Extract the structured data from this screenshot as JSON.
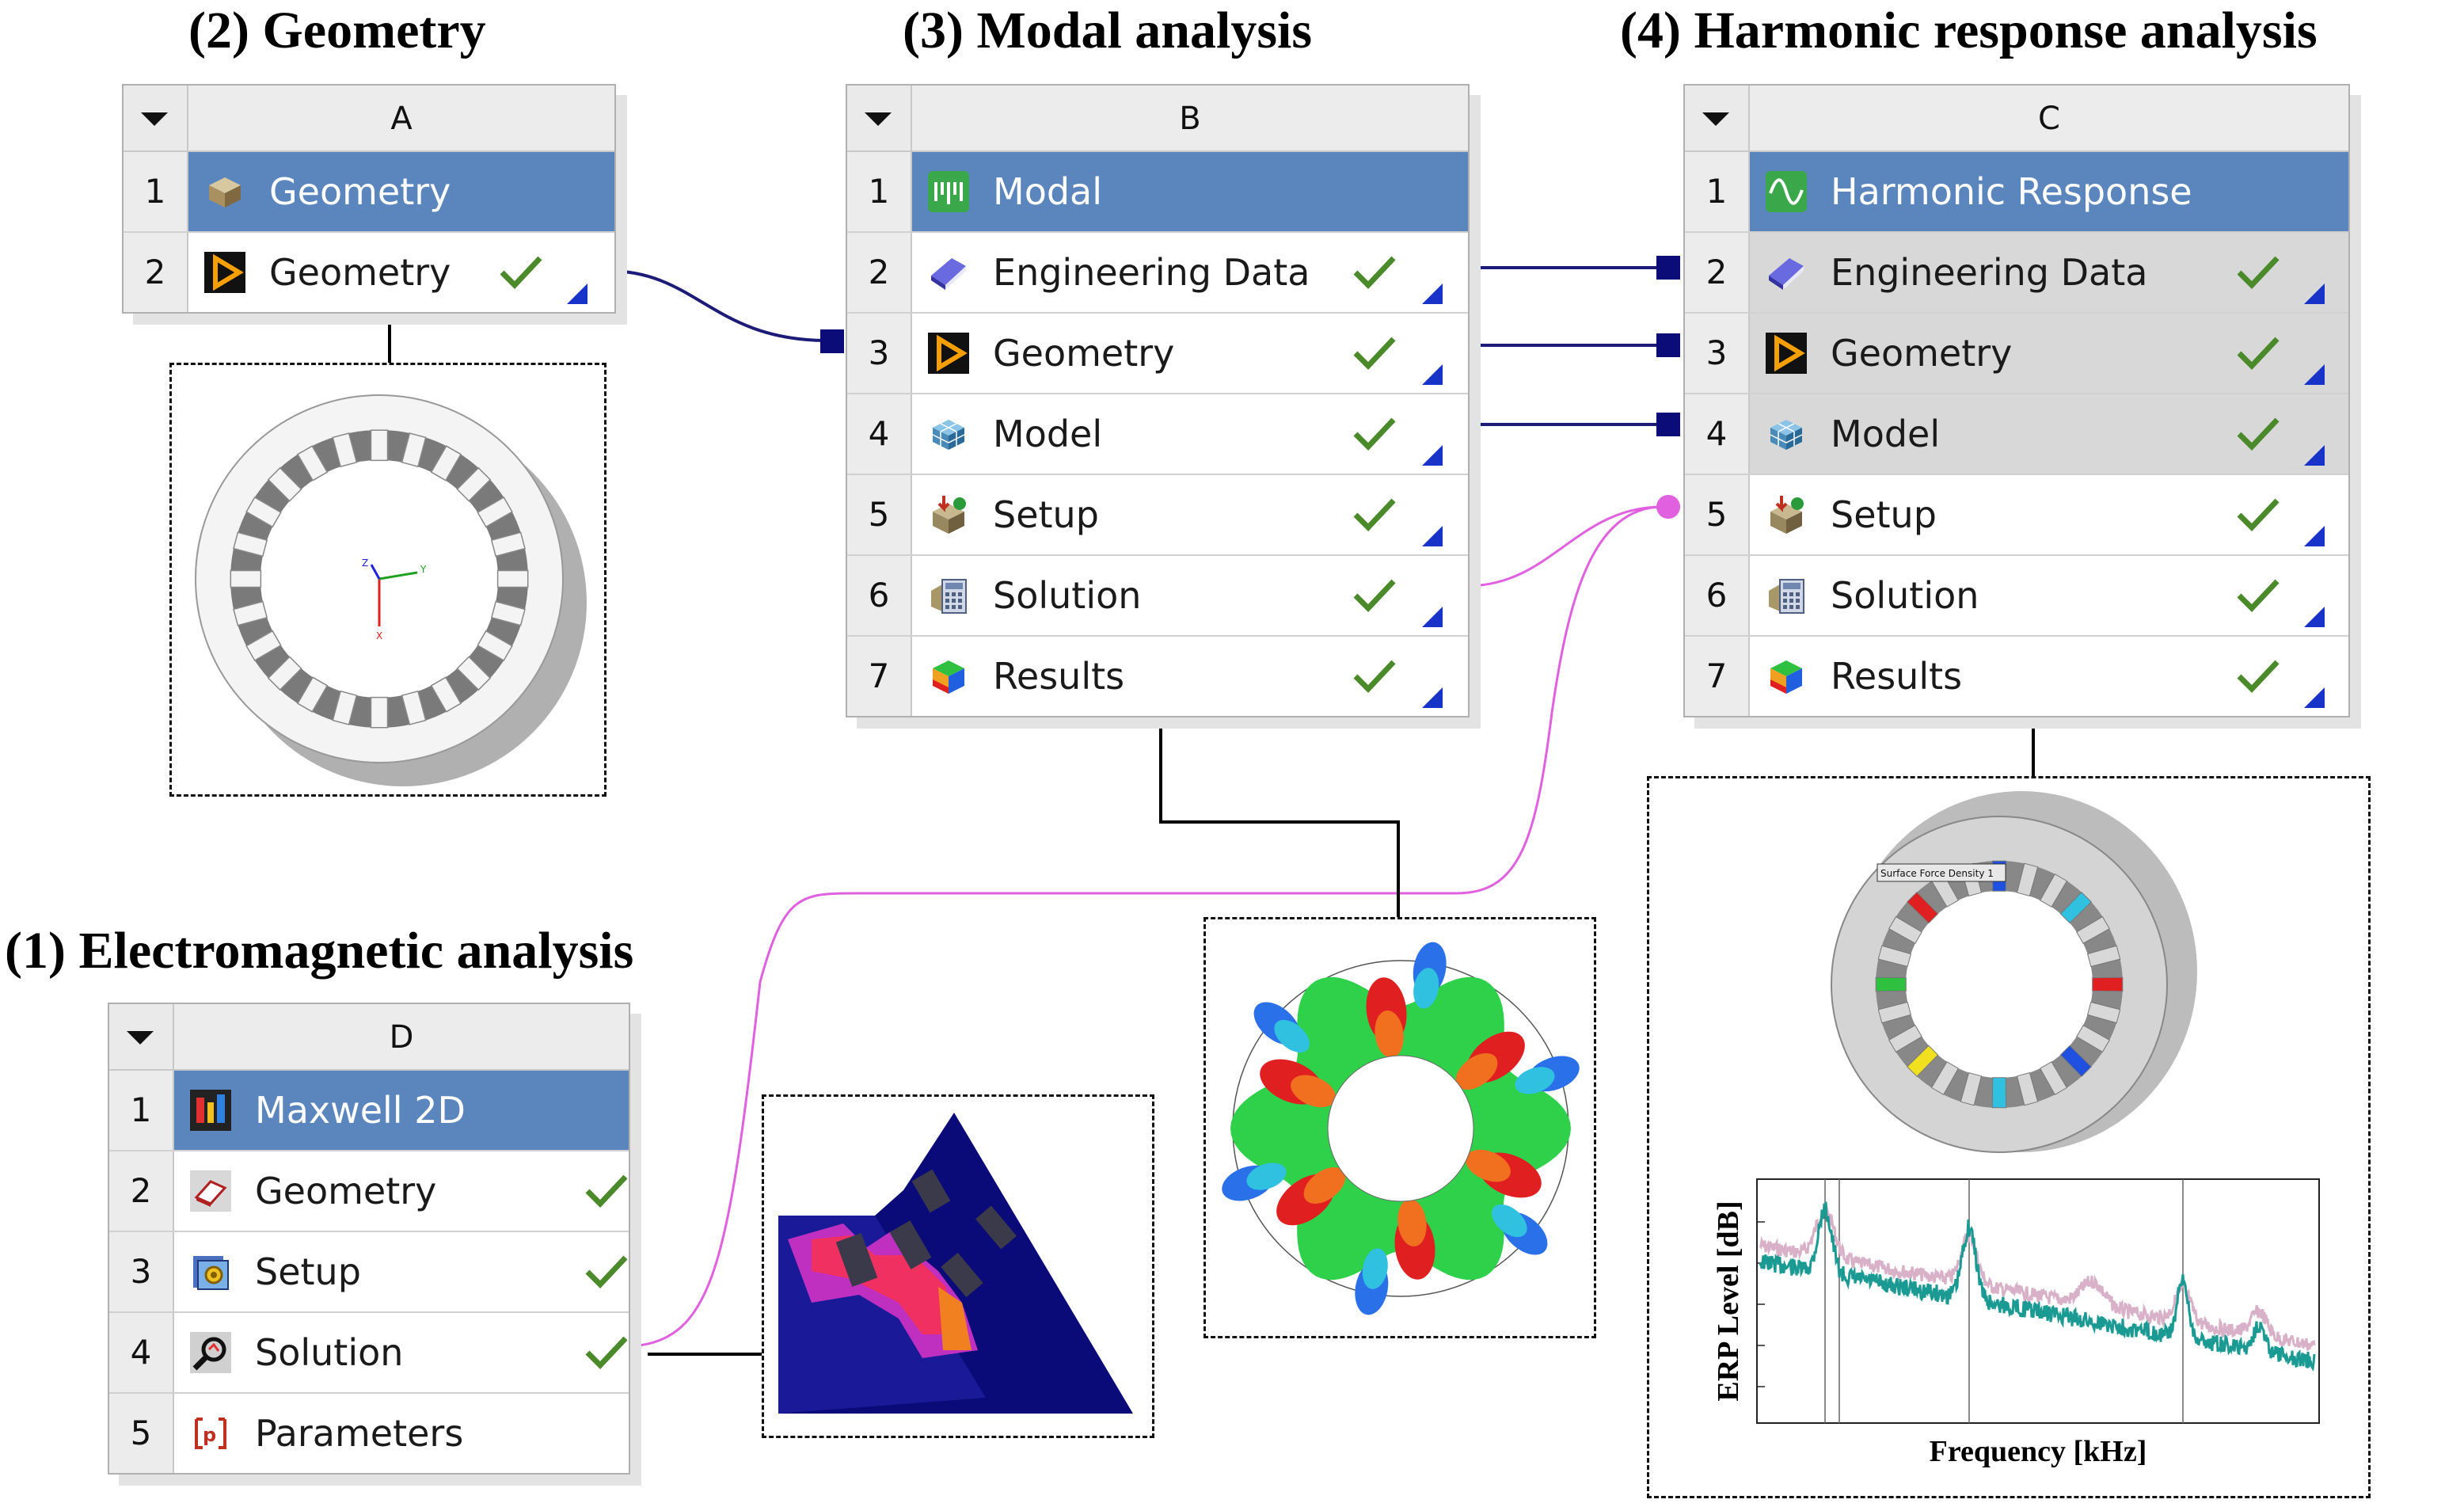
{
  "titles": {
    "geometry": "(2) Geometry",
    "modal": "(3) Modal analysis",
    "harmonic": "(4) Harmonic response analysis",
    "em": "(1) Electromagnetic analysis"
  },
  "systems": {
    "A": {
      "column": "A",
      "rows": [
        {
          "num": "1",
          "label": "Geometry",
          "icon": "geometry-block-icon"
        },
        {
          "num": "2",
          "label": "Geometry",
          "icon": "geometry-play-icon",
          "status": "check"
        }
      ]
    },
    "B": {
      "column": "B",
      "rows": [
        {
          "num": "1",
          "label": "Modal",
          "icon": "modal-icon"
        },
        {
          "num": "2",
          "label": "Engineering Data",
          "icon": "book-icon",
          "status": "check"
        },
        {
          "num": "3",
          "label": "Geometry",
          "icon": "geometry-play-icon",
          "status": "check"
        },
        {
          "num": "4",
          "label": "Model",
          "icon": "mesh-icon",
          "status": "check"
        },
        {
          "num": "5",
          "label": "Setup",
          "icon": "setup-icon",
          "status": "check"
        },
        {
          "num": "6",
          "label": "Solution",
          "icon": "solution-icon",
          "status": "check"
        },
        {
          "num": "7",
          "label": "Results",
          "icon": "results-icon",
          "status": "check"
        }
      ]
    },
    "C": {
      "column": "C",
      "rows": [
        {
          "num": "1",
          "label": "Harmonic Response",
          "icon": "harmonic-icon"
        },
        {
          "num": "2",
          "label": "Engineering Data",
          "icon": "book-icon",
          "status": "check"
        },
        {
          "num": "3",
          "label": "Geometry",
          "icon": "geometry-play-icon",
          "status": "check"
        },
        {
          "num": "4",
          "label": "Model",
          "icon": "mesh-icon",
          "status": "check"
        },
        {
          "num": "5",
          "label": "Setup",
          "icon": "setup-icon",
          "status": "check"
        },
        {
          "num": "6",
          "label": "Solution",
          "icon": "solution-icon",
          "status": "check"
        },
        {
          "num": "7",
          "label": "Results",
          "icon": "results-icon",
          "status": "check"
        }
      ]
    },
    "D": {
      "column": "D",
      "rows": [
        {
          "num": "1",
          "label": "Maxwell 2D",
          "icon": "maxwell-icon"
        },
        {
          "num": "2",
          "label": "Geometry",
          "icon": "eraser-icon",
          "status": "check"
        },
        {
          "num": "3",
          "label": "Setup",
          "icon": "setup-gear-icon",
          "status": "check"
        },
        {
          "num": "4",
          "label": "Solution",
          "icon": "solution-probe-icon",
          "status": "check"
        },
        {
          "num": "5",
          "label": "Parameters",
          "icon": "parameters-icon"
        }
      ]
    }
  },
  "geometry_preview": {
    "axis_labels": [
      "Z",
      "Y",
      "X"
    ]
  },
  "harmonic_preview": {
    "legend_text": "Surface Force Density 1"
  },
  "erp_chart": {
    "xlabel": "Frequency [kHz]",
    "ylabel": "ERP Level [dB]"
  },
  "colors": {
    "header_blue": "#5b86bd",
    "link_dark": "#1c1c78",
    "link_pink": "#e060e0",
    "check_green": "#4a8a2a",
    "teal_series": "#1a9a92",
    "pink_series": "#d8b0c8"
  }
}
